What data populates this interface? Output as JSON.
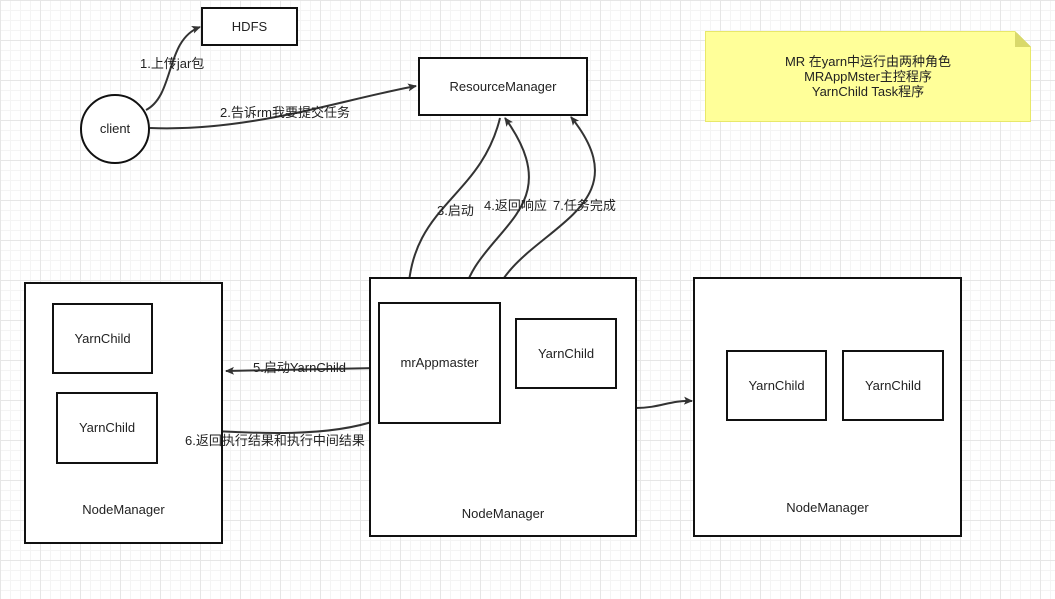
{
  "nodes": {
    "hdfs": "HDFS",
    "resource_manager": "ResourceManager",
    "client": "client",
    "mr_appmaster": "mrAppmaster",
    "node_manager_left": "NodeManager",
    "node_manager_center": "NodeManager",
    "node_manager_right": "NodeManager",
    "yarnchild_left_1": "YarnChild",
    "yarnchild_left_2": "YarnChild",
    "yarnchild_center": "YarnChild",
    "yarnchild_right_1": "YarnChild",
    "yarnchild_right_2": "YarnChild"
  },
  "edges": {
    "upload_jar": "1.上传jar包",
    "tell_rm": "2.告诉rm我要提交任务",
    "start": "3.启动",
    "return_response": "4.返回响应",
    "task_complete": "7.任务完成",
    "start_yarnchild": "5.启动YarnChild",
    "return_results": "6.返回执行结果和执行中间结果"
  },
  "note": {
    "line1": "MR 在yarn中运行由两种角色",
    "line2": "MRAppMster主控程序",
    "line3": "YarnChild Task程序"
  },
  "colors": {
    "stroke": "#111111",
    "edge": "#333333",
    "note_fill": "#ffff99"
  }
}
